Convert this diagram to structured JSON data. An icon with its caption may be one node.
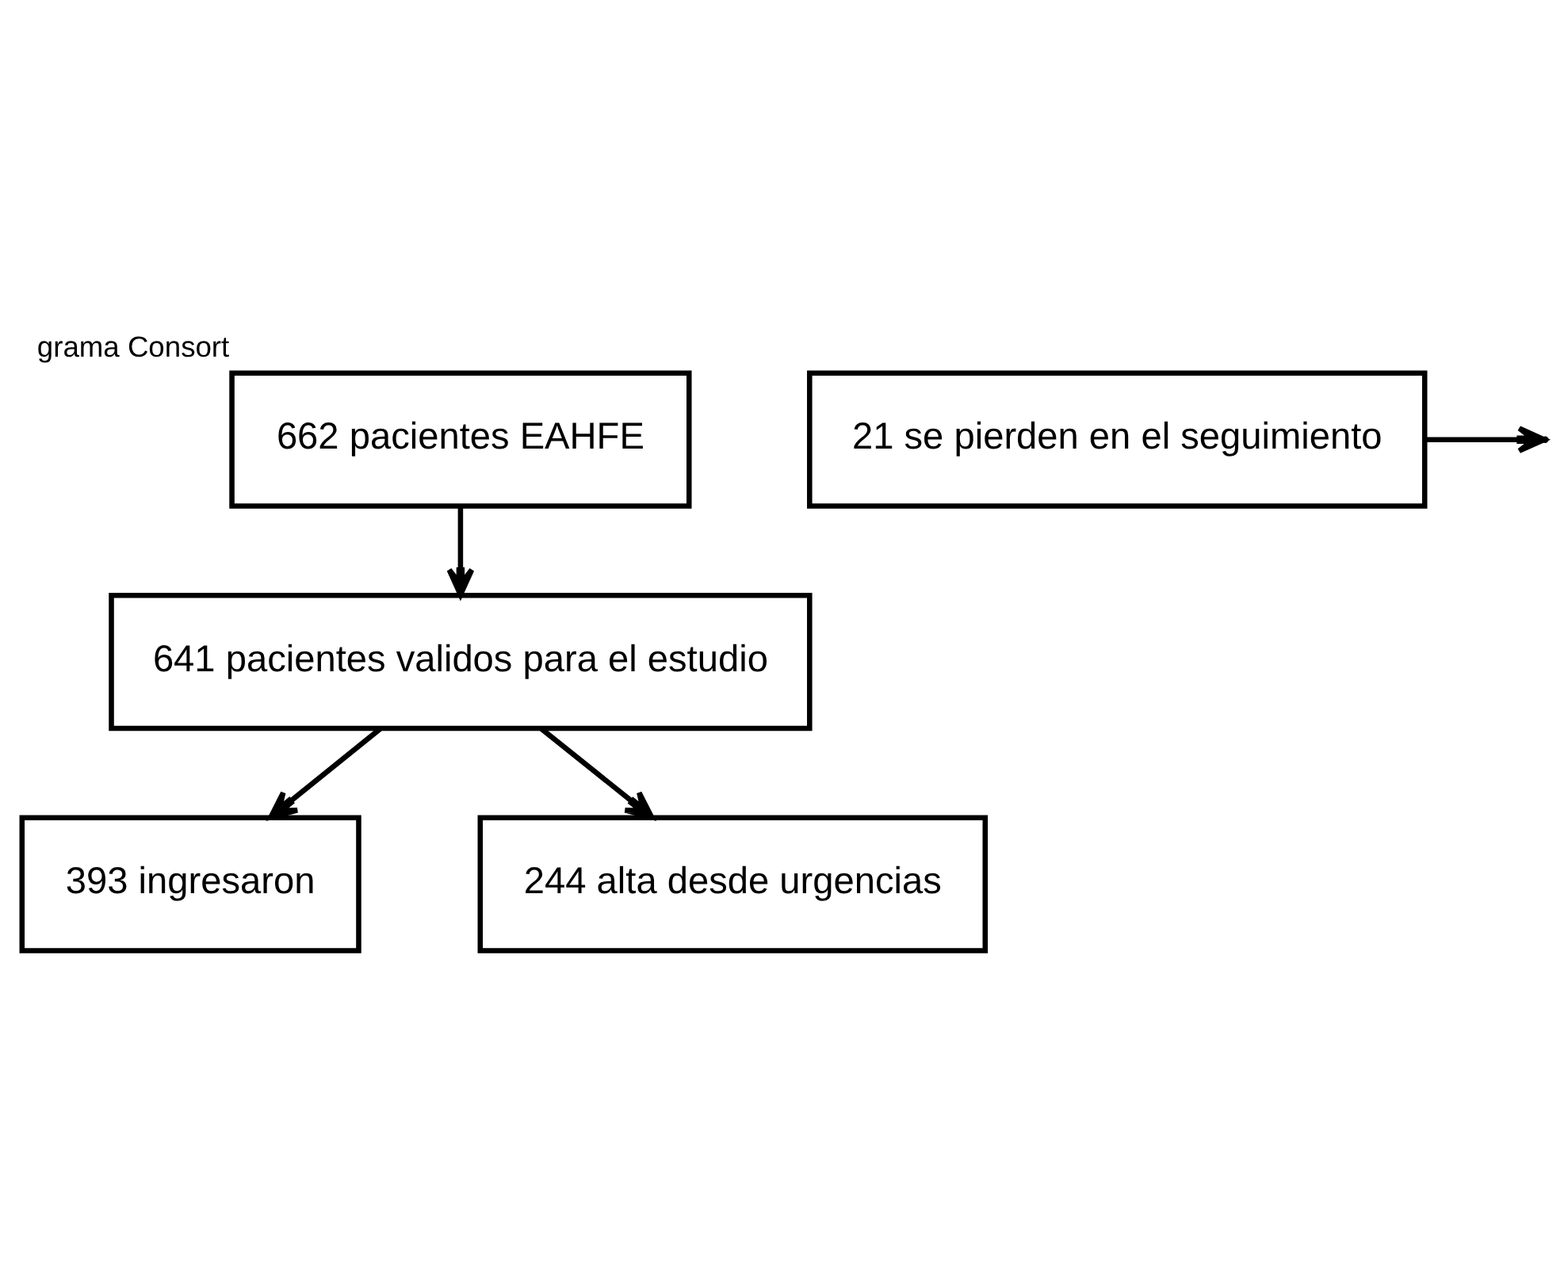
{
  "diagram": {
    "title": "grama Consort",
    "nodes": [
      {
        "text": [
          "662 pacientes EAHFE"
        ]
      },
      {
        "text": [
          "21 se pierden en el seguimiento"
        ]
      },
      {
        "text": [
          "641 pacientes validos para el estudio"
        ]
      },
      {
        "text": [
          "393 ingresaron"
        ]
      },
      {
        "text": [
          "244 alta desde urgencias"
        ]
      }
    ],
    "edges": [
      {
        "from": 0,
        "to": 2,
        "arrow": "to"
      },
      {
        "from": 1,
        "to": null,
        "arrow": "to"
      },
      {
        "from": 2,
        "to": 3,
        "arrow": "to"
      },
      {
        "from": 2,
        "to": 4,
        "arrow": "to"
      }
    ]
  }
}
